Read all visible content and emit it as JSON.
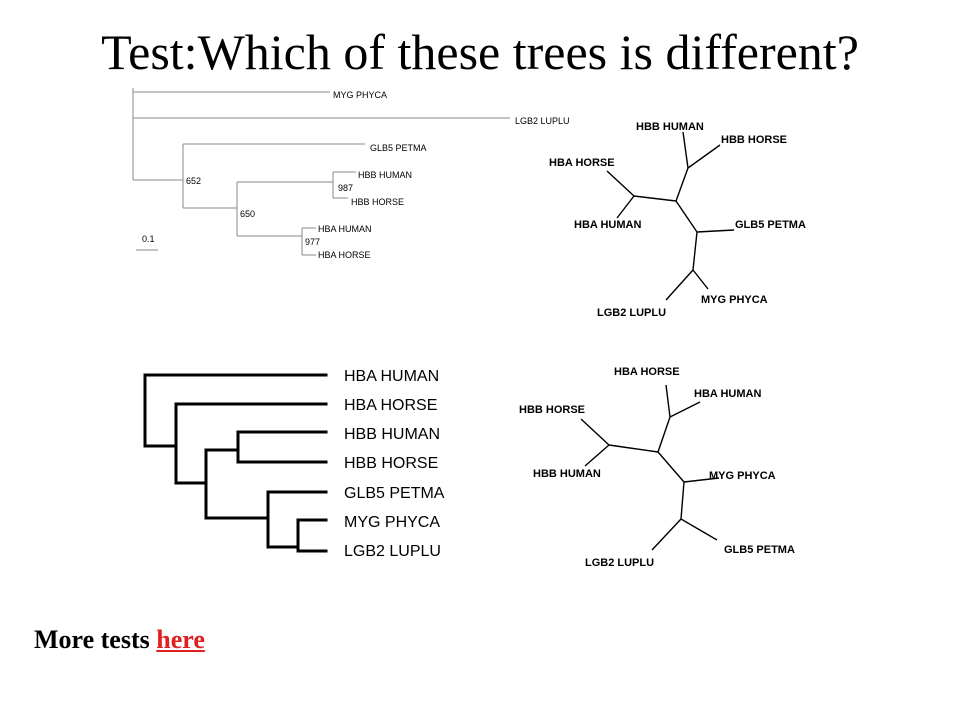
{
  "title": "Test:Which of these trees is different?",
  "footer": {
    "text": "More tests ",
    "link": "here"
  },
  "tree_a": {
    "taxa": {
      "myg": "MYG PHYCA",
      "lgb2": "LGB2 LUPLU",
      "glb5": "GLB5 PETMA",
      "hbb_human": "HBB HUMAN",
      "hbb_horse": "HBB HORSE",
      "hba_human": "HBA HUMAN",
      "hba_horse": "HBA HORSE"
    },
    "bootstrap": {
      "b652": "652",
      "b650": "650",
      "b987": "987",
      "b977": "977"
    },
    "scale": "0.1"
  },
  "tree_b": {
    "hbb_human": "HBB HUMAN",
    "hbb_horse": "HBB HORSE",
    "hba_horse": "HBA HORSE",
    "hba_human": "HBA HUMAN",
    "glb5": "GLB5 PETMA",
    "lgb2": "LGB2 LUPLU",
    "myg": "MYG PHYCA"
  },
  "tree_c": {
    "hba_human": "HBA HUMAN",
    "hba_horse": "HBA HORSE",
    "hbb_human": "HBB HUMAN",
    "hbb_horse": "HBB HORSE",
    "glb5": "GLB5 PETMA",
    "myg": "MYG PHYCA",
    "lgb2": "LGB2 LUPLU"
  },
  "tree_d": {
    "hba_horse": "HBA HORSE",
    "hba_human": "HBA HUMAN",
    "hbb_horse": "HBB HORSE",
    "hbb_human": "HBB HUMAN",
    "myg": "MYG PHYCA",
    "lgb2": "LGB2 LUPLU",
    "glb5": "GLB5 PETMA"
  }
}
